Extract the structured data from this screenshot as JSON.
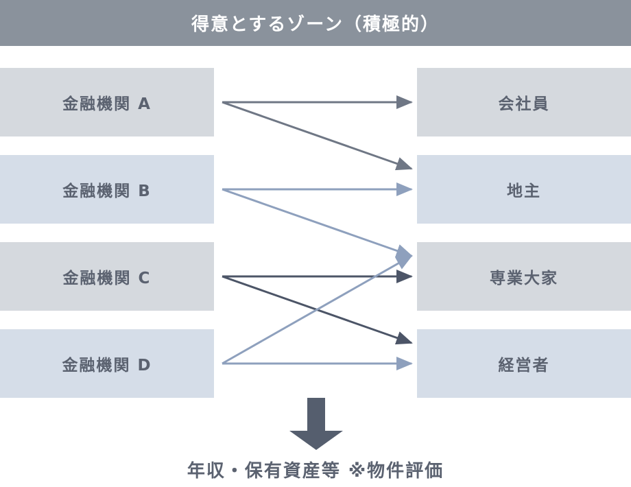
{
  "title": "得意とするゾーン（積極的）",
  "lenders": [
    {
      "label": "金融機関 A"
    },
    {
      "label": "金融機関 B"
    },
    {
      "label": "金融機関 C"
    },
    {
      "label": "金融機関 D"
    }
  ],
  "borrowers": [
    {
      "label": "会社員"
    },
    {
      "label": "地主"
    },
    {
      "label": "専業大家"
    },
    {
      "label": "経営者"
    }
  ],
  "links": [
    {
      "from": 0,
      "to": 0
    },
    {
      "from": 0,
      "to": 1
    },
    {
      "from": 1,
      "to": 1
    },
    {
      "from": 1,
      "to": 2
    },
    {
      "from": 2,
      "to": 2
    },
    {
      "from": 2,
      "to": 3
    },
    {
      "from": 3,
      "to": 2
    },
    {
      "from": 3,
      "to": 3
    }
  ],
  "colors": {
    "header_bg": "#8a929c",
    "box_gray": "#d5d9de",
    "box_blue": "#d5dde8",
    "text": "#5b6270",
    "arrow_a": "#6f7785",
    "arrow_b": "#8ea0bd",
    "arrow_c": "#4c5567",
    "arrow_d": "#8ea0bd",
    "down_arrow": "#555e6e"
  },
  "footer": "年収・保有資産等 ※物件評価"
}
